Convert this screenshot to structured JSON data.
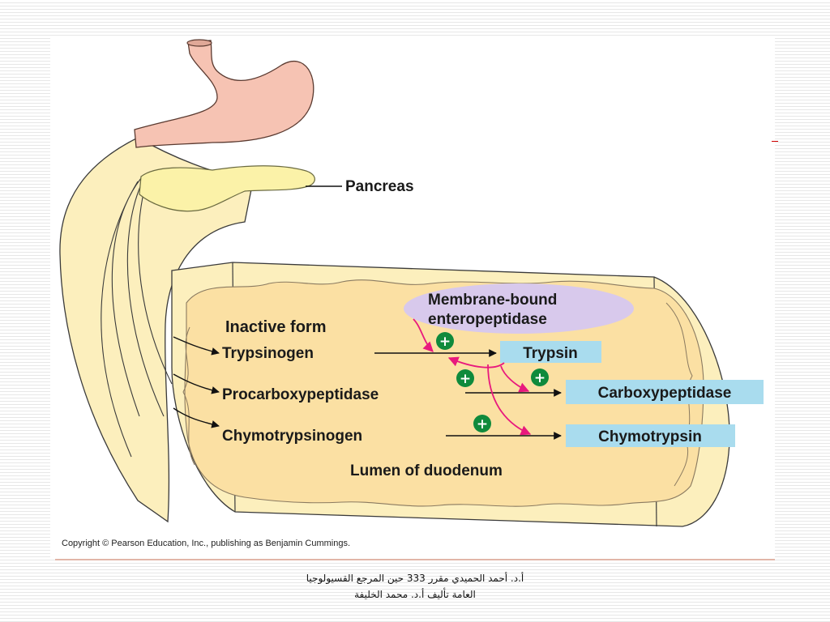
{
  "figure": {
    "labels": {
      "pancreas": "Pancreas",
      "membrane_line1": "Membrane-bound",
      "membrane_line2": "enteropeptidase",
      "inactive_form": "Inactive form",
      "lumen": "Lumen of duodenum",
      "copyright": "Copyright © Pearson Education, Inc., publishing as Benjamin Cummings."
    },
    "zymogens": [
      "Trypsinogen",
      "Procarboxypeptidase",
      "Chymotrypsinogen"
    ],
    "active_enzymes": [
      "Trypsin",
      "Carboxypeptidase",
      "Chymotrypsin"
    ],
    "activator_symbol": "+",
    "colors": {
      "stomach": "#f6c3b3",
      "pancreas": "#fbf2a8",
      "duodenum_wall": "#fcefbd",
      "duodenum_lumen": "#fbe0a3",
      "membrane_ellipse": "#d8c9ec",
      "enzyme_box": "#a9dcee",
      "activation_arrow": "#e8197d",
      "plus_badge": "#0f8a3c"
    }
  },
  "citation": {
    "line1": "أ.د. أحمد الحميدي مقرر 333 حين المرجع القسيولوجيا",
    "line2": "العامة تأليف أ.د. محمد الخليفة"
  }
}
